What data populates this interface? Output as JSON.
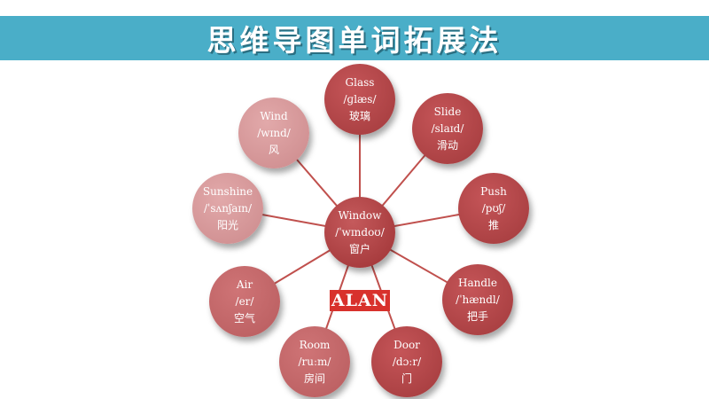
{
  "title": "思维导图单词拓展法",
  "logo": "ALAN",
  "center": {
    "word": "Window",
    "phonetic": "/ˈwɪndoʊ/",
    "meaning": "窗户"
  },
  "branches": [
    {
      "id": "glass",
      "word": "Glass",
      "phonetic": "/ɡlæs/",
      "meaning": "玻璃"
    },
    {
      "id": "slide",
      "word": "Slide",
      "phonetic": "/slaɪd/",
      "meaning": "滑动"
    },
    {
      "id": "push",
      "word": "Push",
      "phonetic": "/pʊʃ/",
      "meaning": "推"
    },
    {
      "id": "handle",
      "word": "Handle",
      "phonetic": "/ˈhændl/",
      "meaning": "把手"
    },
    {
      "id": "door",
      "word": "Door",
      "phonetic": "/dɔːr/",
      "meaning": "门"
    },
    {
      "id": "room",
      "word": "Room",
      "phonetic": "/ruːm/",
      "meaning": "房间"
    },
    {
      "id": "air",
      "word": "Air",
      "phonetic": "/er/",
      "meaning": "空气"
    },
    {
      "id": "sunshine",
      "word": "Sunshine",
      "phonetic": "/ˈsʌnʃaɪn/",
      "meaning": "阳光"
    },
    {
      "id": "wind",
      "word": "Wind",
      "phonetic": "/wɪnd/",
      "meaning": "风"
    }
  ],
  "colors": {
    "title_bar": "#4aaec8",
    "connector": "#c0504d",
    "logo_bg": "#d8312c"
  }
}
